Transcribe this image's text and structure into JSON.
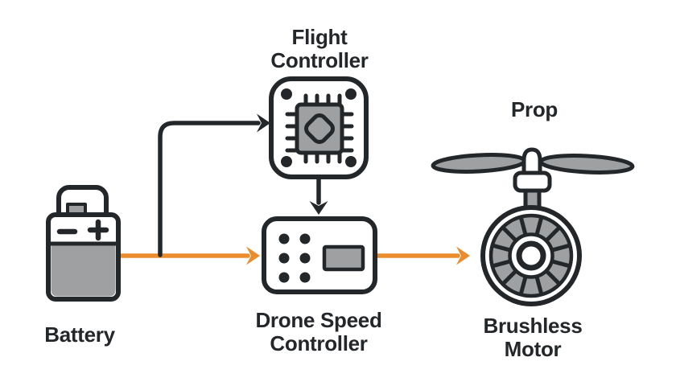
{
  "nodes": {
    "battery": {
      "label": "Battery",
      "icon": "battery-icon"
    },
    "flight_controller": {
      "label_lines": [
        "Flight",
        "Controller"
      ],
      "icon": "flight-controller-chip-icon"
    },
    "speed_controller": {
      "label_lines": [
        "Drone Speed",
        "Controller"
      ],
      "icon": "speed-controller-icon"
    },
    "prop": {
      "label": "Prop",
      "icon": "propeller-icon"
    },
    "motor": {
      "label_lines": [
        "Brushless",
        "Motor"
      ],
      "icon": "brushless-motor-icon"
    }
  },
  "connections": [
    {
      "from": "battery",
      "to": "speed_controller",
      "color_name": "orange",
      "type": "arrow"
    },
    {
      "from": "battery_wire",
      "to": "flight_controller",
      "color_name": "black",
      "type": "arrow"
    },
    {
      "from": "flight_controller",
      "to": "speed_controller",
      "color_name": "black",
      "type": "arrow"
    },
    {
      "from": "speed_controller",
      "to": "motor",
      "color_name": "orange",
      "type": "arrow"
    }
  ],
  "colors": {
    "ink": "#24272a",
    "orange": "#ec8d2d",
    "gray": "#9ea0a2",
    "background": "#ffffff"
  }
}
